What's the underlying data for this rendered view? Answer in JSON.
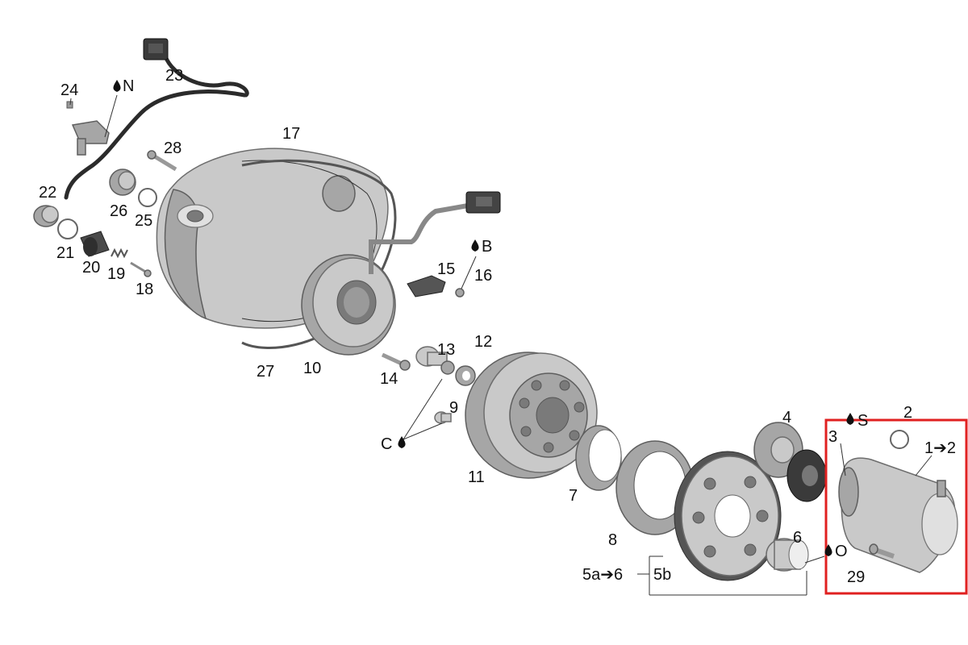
{
  "labels": {
    "p24": "24",
    "pN": "N",
    "p23": "23",
    "p17": "17",
    "p28": "28",
    "p22": "22",
    "p26": "26",
    "p25": "25",
    "p21": "21",
    "p20": "20",
    "p19": "19",
    "p18": "18",
    "pB": "B",
    "p15": "15",
    "p16": "16",
    "p27": "27",
    "p10": "10",
    "p14": "14",
    "p13": "13",
    "p12": "12",
    "p9": "9",
    "pC": "C",
    "p11": "11",
    "p7": "7",
    "p8": "8",
    "p4": "4",
    "p3": "3",
    "pS": "S",
    "p2": "2",
    "p1to2": "1➔2",
    "p6": "6",
    "pO": "O",
    "p29": "29",
    "p5a6": "5a➔6",
    "p5b": "5b"
  },
  "highlight": {
    "color": "#e02020"
  }
}
